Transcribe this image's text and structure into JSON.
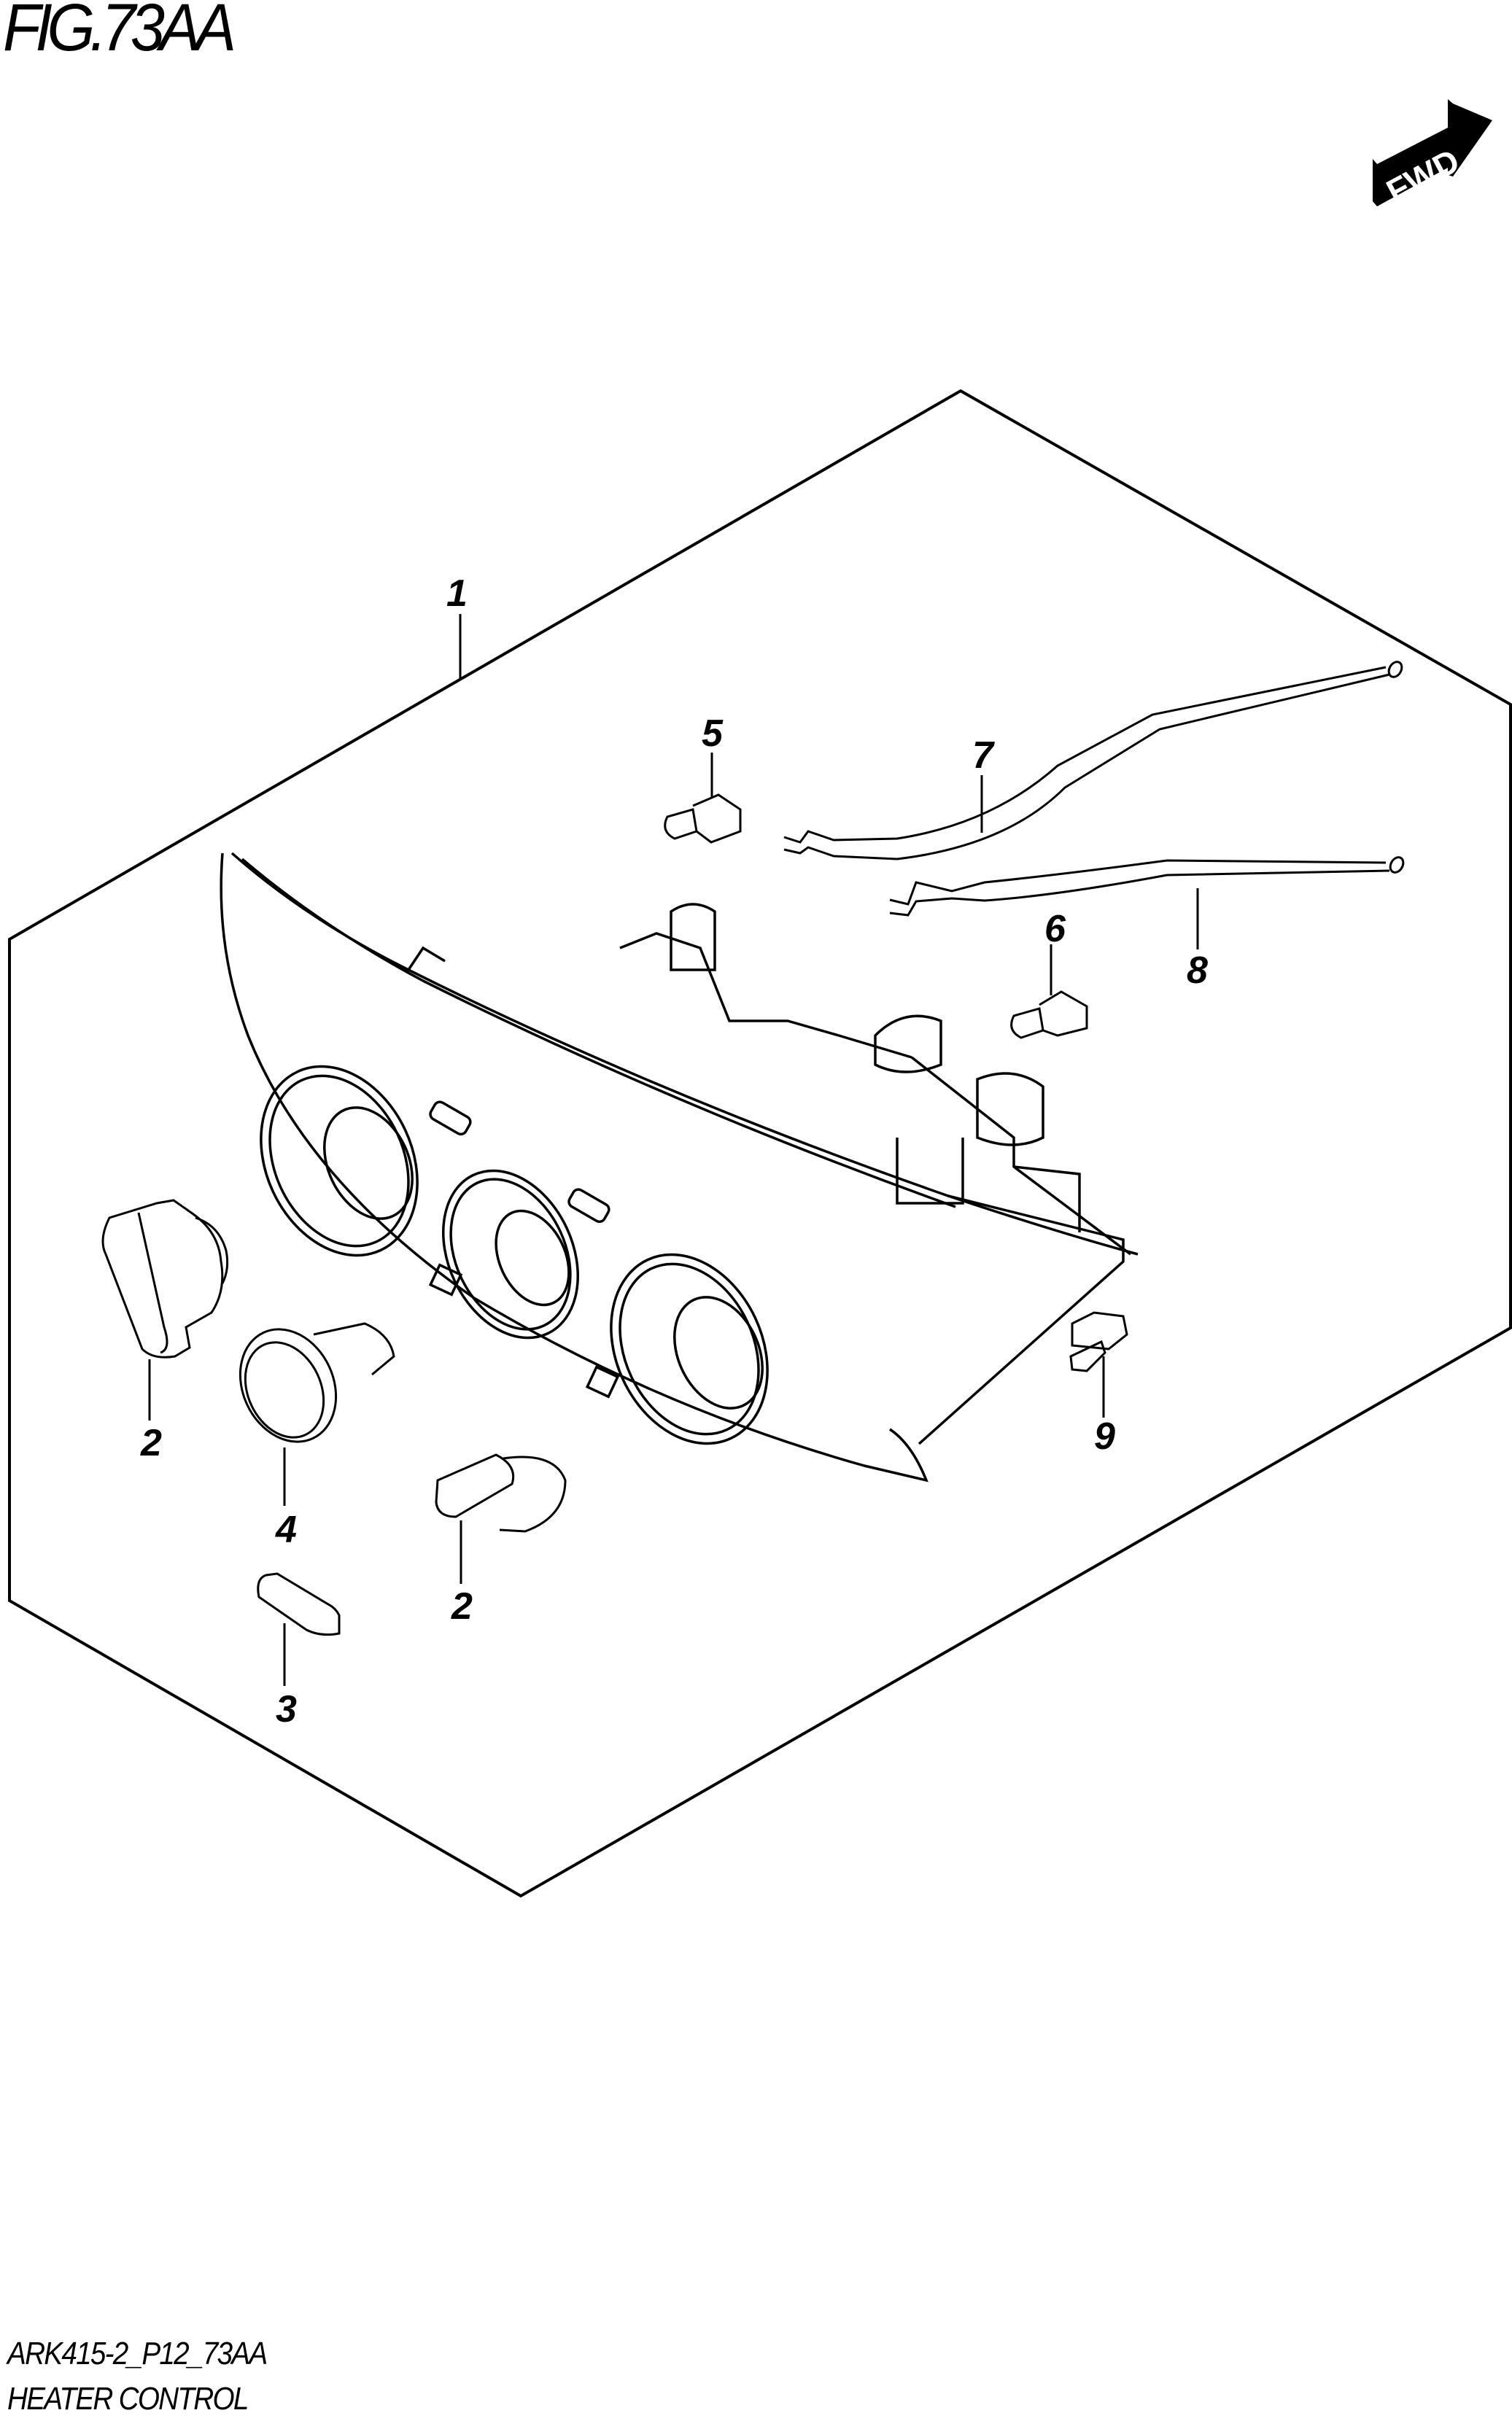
{
  "figure": {
    "title": "FIG.73AA",
    "drawing_code": "ARK415-2_P12_73AA",
    "name": "HEATER CONTROL"
  },
  "direction_indicator": {
    "label": "FWD",
    "icon": "forward-arrow-icon"
  },
  "callouts": [
    {
      "number": "1",
      "part": "heater-control-assembly"
    },
    {
      "number": "2",
      "part": "knob-upper-left"
    },
    {
      "number": "2",
      "part": "knob-lower-center"
    },
    {
      "number": "3",
      "part": "button-cap"
    },
    {
      "number": "4",
      "part": "knob-round"
    },
    {
      "number": "5",
      "part": "bulb-upper"
    },
    {
      "number": "6",
      "part": "bulb-lower"
    },
    {
      "number": "7",
      "part": "control-cable-upper"
    },
    {
      "number": "8",
      "part": "control-cable-lower"
    },
    {
      "number": "9",
      "part": "clip"
    }
  ],
  "colors": {
    "line": "#000000",
    "background": "#ffffff"
  }
}
